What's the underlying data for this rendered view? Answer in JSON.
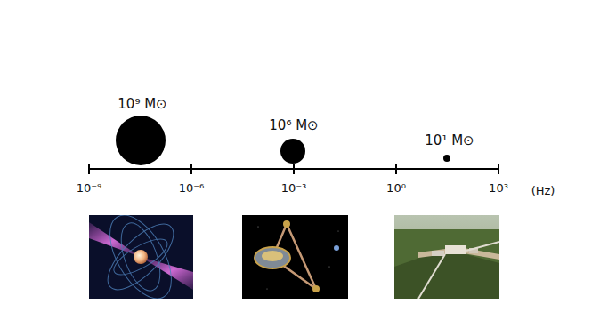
{
  "diagram": {
    "labels": [
      "10⁹ M⊙",
      "10⁶ M⊙",
      "10¹ M⊙",
      "10⁻⁹",
      "10⁻⁶",
      "10⁻³",
      "10⁰",
      "10³",
      "(Hz)"
    ]
  }
}
